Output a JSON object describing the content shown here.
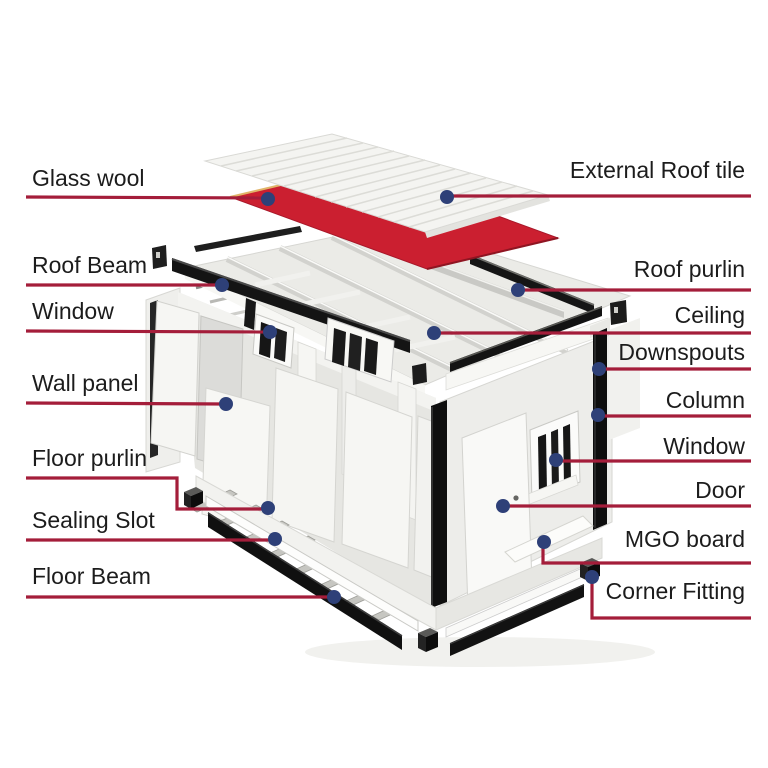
{
  "labels": {
    "left": [
      {
        "text": "Glass wool"
      },
      {
        "text": "Roof Beam"
      },
      {
        "text": "Window"
      },
      {
        "text": "Wall panel"
      },
      {
        "text": "Floor purlin"
      },
      {
        "text": "Sealing Slot"
      },
      {
        "text": "Floor Beam"
      }
    ],
    "right": [
      {
        "text": "External Roof tile"
      },
      {
        "text": "Roof purlin"
      },
      {
        "text": "Ceiling"
      },
      {
        "text": "Downspouts"
      },
      {
        "text": "Column"
      },
      {
        "text": "Window"
      },
      {
        "text": "Door"
      },
      {
        "text": "MGO board"
      },
      {
        "text": "Corner Fitting"
      }
    ]
  },
  "colors": {
    "leader_line": "#a41d3a",
    "marker_dot": "#2e4078",
    "glass_wool_red": "#cb1f30",
    "frame_black": "#141414",
    "label_text": "#1c1c1c"
  }
}
